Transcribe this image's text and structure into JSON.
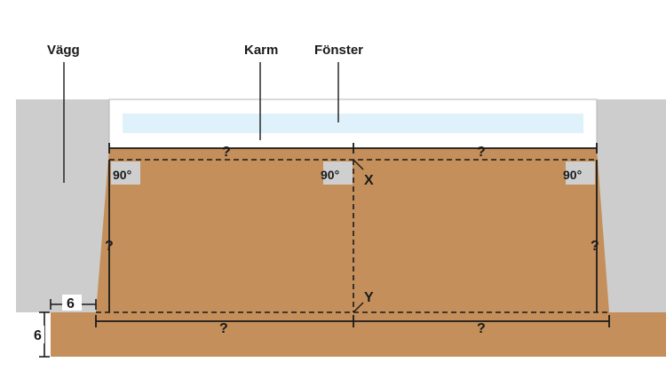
{
  "labels": {
    "wall": "Vägg",
    "frame": "Karm",
    "window": "Fönster"
  },
  "dimensions": {
    "top_left": "?",
    "top_right": "?",
    "left_height": "?",
    "right_height": "?",
    "bottom_left": "?",
    "bottom_right": "?",
    "offset_horizontal": "6",
    "offset_vertical": "6"
  },
  "angles": {
    "left": "90°",
    "middle": "90°",
    "right": "90°"
  },
  "points": {
    "x": "X",
    "y": "Y"
  },
  "colors": {
    "wall": "#cdcdcd",
    "wood": "#c48f5a",
    "frame": "#ffffff",
    "glass": "#dff1fb",
    "angle_box": "#cfcfcf",
    "line": "#1a1a1a"
  }
}
